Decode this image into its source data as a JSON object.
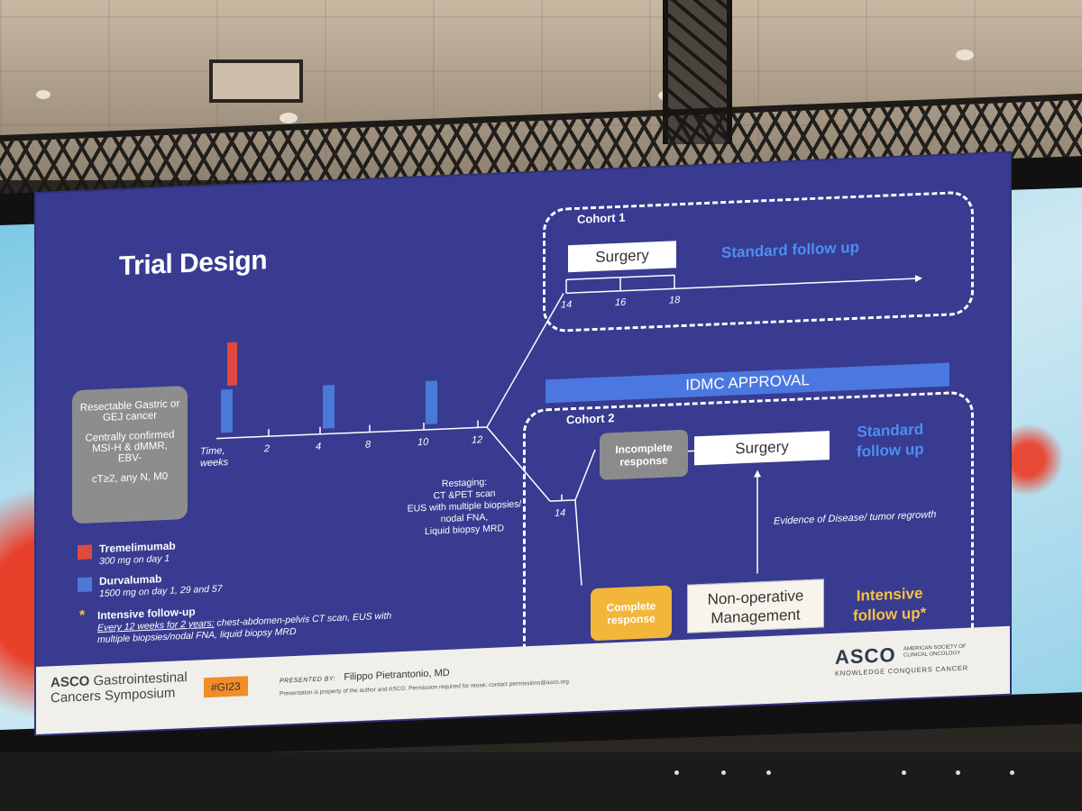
{
  "slide": {
    "title": "Trial Design",
    "eligibility": {
      "line1": "Resectable Gastric or GEJ cancer",
      "line2": "Centrally confirmed MSI-H & dMMR, EBV-",
      "line3": "cT≥2, any N, M0"
    },
    "timeline": {
      "axis_label": "Time, weeks",
      "ticks": [
        "2",
        "4",
        "8",
        "10",
        "12"
      ]
    },
    "restaging": {
      "title": "Restaging:",
      "lines": [
        "CT &PET scan",
        "EUS with multiple biopsies/",
        "nodal FNA,",
        "Liquid biopsy MRD"
      ]
    },
    "legend": {
      "treme_name": "Tremelimumab",
      "treme_dose": "300 mg on day 1",
      "durva_name": "Durvalumab",
      "durva_dose": "1500 mg on day 1, 29 and 57",
      "star": "*",
      "followup_title": "Intensive follow-up",
      "followup_text_1": "Every 12 weeks for 2 years:",
      "followup_text_2": " chest-abdomen-pelvis CT scan, EUS with",
      "followup_text_3": "multiple biopsies/nodal FNA, liquid biopsy MRD"
    },
    "cohort1": {
      "label": "Cohort  1",
      "surgery": "Surgery",
      "follow": "Standard follow up",
      "ticks": [
        "14",
        "16",
        "18"
      ]
    },
    "idmc": "IDMC APPROVAL",
    "cohort2": {
      "label": "Cohort  2",
      "tick": "14",
      "incomplete": "Incomplete response",
      "surgery": "Surgery",
      "follow_line1": "Standard",
      "follow_line2": "follow up",
      "evidence": "Evidence of Disease/ tumor regrowth",
      "complete": "Complete response",
      "nonop_line1": "Non-operative",
      "nonop_line2": "Management",
      "intensive_line1": "Intensive",
      "intensive_line2": "follow up*"
    },
    "footer": {
      "logo_bold": "ASCO",
      "logo_line1": "Gastrointestinal",
      "logo_line2": "Cancers Symposium",
      "hashtag": "#GI23",
      "presented_label": "PRESENTED BY:",
      "presenter": "Filippo Pietrantonio, MD",
      "disclaimer": "Presentation is property of the author and ASCO. Permission required for reuse; contact permissions@asco.org",
      "asco": "ASCO",
      "asco_full_1": "AMERICAN SOCIETY OF",
      "asco_full_2": "CLINICAL ONCOLOGY",
      "tagline": "KNOWLEDGE CONQUERS CANCER"
    }
  },
  "colors": {
    "slide_bg": "#383b90",
    "tremelimumab": "#e04a3e",
    "durvalumab": "#4a79d8",
    "idmc_bar": "#4b78e0",
    "complete_response": "#f2b63a",
    "intensive_text": "#f4c23f",
    "standard_follow_text": "#4d8ff0"
  }
}
